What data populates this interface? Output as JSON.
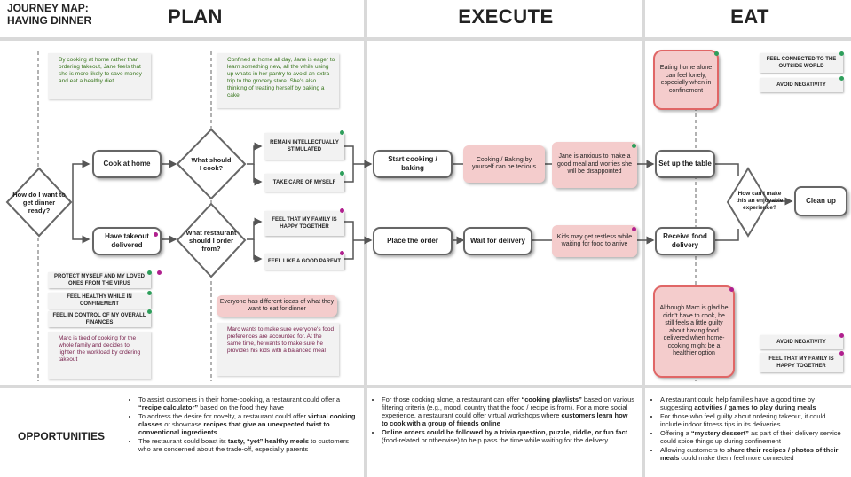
{
  "title": [
    "JOURNEY MAP:",
    "HAVING DINNER"
  ],
  "phases": {
    "plan": "PLAN",
    "execute": "EXECUTE",
    "eat": "EAT"
  },
  "colors": {
    "green_dot": "#2e9e5b",
    "purple_dot": "#b0208e",
    "pink_fill": "#f4cccc",
    "pink_border": "#e06666",
    "green_text": "#38761d",
    "purple_text": "#741b47"
  },
  "plan": {
    "start_decision": "How do I want to get dinner ready?",
    "cook_at_home": "Cook at home",
    "takeout": "Have takeout delivered",
    "what_cook": "What should I cook?",
    "what_restaurant": "What restaurant should I order from?",
    "goals_cook": [
      "REMAIN INTELLECTUALLY STIMULATED",
      "TAKE CARE OF MYSELF"
    ],
    "goals_takeout": [
      "FEEL THAT MY FAMILY IS HAPPY TOGETHER",
      "FEEL LIKE A GOOD PARENT"
    ],
    "note_jane_1": "By cooking at home rather than ordering takeout, Jane feels that she is more likely to save money and eat a healthy diet",
    "note_jane_2": "Confined at home all day, Jane is eager to learn something new, all the while using up what's in her pantry to avoid an extra trip to the grocery store. She's also thinking of treating herself by baking a cake",
    "goals_marc": [
      "PROTECT MYSELF AND MY LOVED ONES FROM THE VIRUS",
      "FEEL HEALTHY WHILE IN CONFINEMENT",
      "FEEL IN CONTROL OF MY OVERALL FINANCES"
    ],
    "note_marc_1": "Marc is tired of cooking for the whole family and decides to lighten the workload by ordering takeout",
    "pain_ideas": "Everyone has different ideas of what they want to eat for dinner",
    "note_marc_2": "Marc wants to make sure everyone's food preferences are accounted for. At the same time, he wants to make sure he provides his kids with a balanced meal"
  },
  "execute": {
    "start_cooking": "Start cooking / baking",
    "pain_cooking": "Cooking / Baking by yourself can be tedious",
    "pain_anxious": "Jane is anxious to make a good meal and worries she will be disappointed",
    "place_order": "Place the order",
    "wait_delivery": "Wait for delivery",
    "pain_kids": "Kids may get restless while waiting for food to arrive"
  },
  "eat": {
    "pain_lonely": "Eating home alone can feel lonely, especially when in confinement",
    "set_table": "Set up the table",
    "receive_food": "Receive food delivery",
    "pain_marc": "Although Marc is glad he didn't have to cook, he still feels a little guilty about having food delivered when home-cooking might be a healthier option",
    "decision_enjoy": "How can I make this an enjoyable experience?",
    "clean_up": "Clean up",
    "goals_top": [
      "FEEL CONNECTED TO THE OUTSIDE WORLD",
      "AVOID NEGATIVITY"
    ],
    "goals_bottom": [
      "AVOID NEGATIVITY",
      "FEEL THAT MY FAMILY IS HAPPY TOGETHER"
    ]
  },
  "opportunities": {
    "label": "OPPORTUNITIES",
    "plan": [
      [
        "To assist customers in their home-cooking, a restaurant could offer a ",
        "“recipe calculator”",
        " based on the food they have"
      ],
      [
        "To address the desire for novelty, a restaurant could offer ",
        "virtual cooking classes",
        " or showcase ",
        "recipes that give an unexpected twist to conventional ingredients"
      ],
      [
        "The restaurant could boast its ",
        "tasty, “yet” healthy meals",
        " to customers who are  concerned about the trade-off, especially parents"
      ]
    ],
    "execute": [
      [
        "For those cooking alone, a restaurant can offer ",
        "“cooking playlists”",
        " based on various filtering criteria (e.g., mood, country that the food / recipe is from). For a more social experience, a restaurant could offer virtual workshops where ",
        "customers learn how to cook with a group of friends online"
      ],
      [
        "",
        "Online orders could be followed by a trivia question, puzzle, riddle, or fun fact",
        " (food-related or otherwise) to help pass the time while waiting for the delivery"
      ]
    ],
    "eat": [
      [
        "A restaurant could help families have a good time by suggesting ",
        "activities / games to play during meals"
      ],
      [
        "For those who feel guilty about ordering takeout, it could include indoor fitness tips in its deliveries"
      ],
      [
        "Offering a ",
        "“mystery dessert”",
        " as part of their delivery service could spice things up during confinement"
      ],
      [
        "Allowing customers to ",
        "share their recipes / photos of their meals",
        " could make them feel more connected"
      ]
    ]
  }
}
